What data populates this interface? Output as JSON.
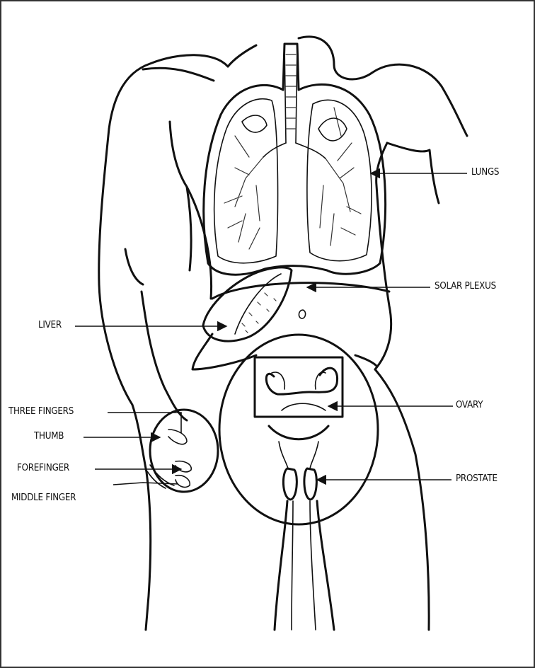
{
  "labels": {
    "lungs": "LUNGS",
    "solar_plexus": "SOLAR PLEXUS",
    "liver": "LIVER",
    "ovary": "OVARY",
    "prostate": "PROSTATE",
    "three_fingers": "THREE FINGERS",
    "thumb": "THUMB",
    "forefinger": "FOREFINGER",
    "middle_finger": "MIDDLE FINGER"
  },
  "colors": {
    "ink": "#111111",
    "paper": "#ffffff"
  }
}
